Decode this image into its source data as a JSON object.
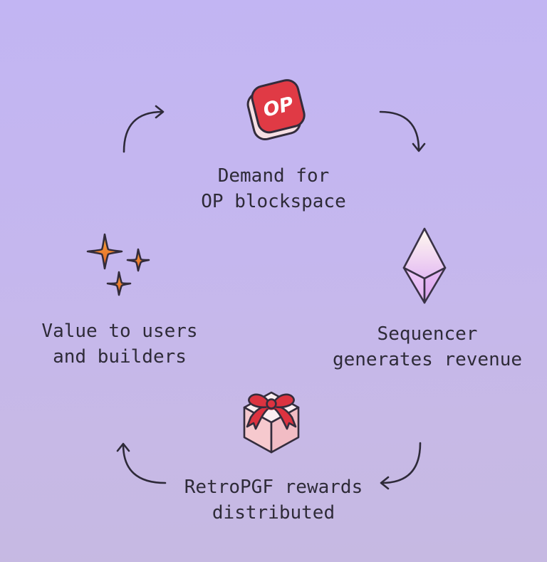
{
  "diagram": {
    "type": "cycle",
    "background_top": "#c2b5f3",
    "background_bottom": "#c6b9e2",
    "text_color": "#2e2b38",
    "arrow_color": "#2e2a39"
  },
  "cycle": {
    "demand": {
      "line1": "Demand for",
      "line2": "OP blockspace",
      "icon": "op-token-icon",
      "token_label": "OP",
      "token_color": "#e03a45"
    },
    "sequencer": {
      "line1": "Sequencer",
      "line2": "generates revenue",
      "icon": "crystal-icon",
      "crystal_color": "#e5c0f4"
    },
    "rewards": {
      "line1": "RetroPGF rewards",
      "line2": "distributed",
      "icon": "gift-icon",
      "gift_pink": "#f6c9ce",
      "ribbon_red": "#dc3340"
    },
    "value": {
      "line1": "Value to users",
      "line2": "and builders",
      "icon": "sparkles-icon",
      "sparkle_orange": "#ee7a2a"
    }
  }
}
